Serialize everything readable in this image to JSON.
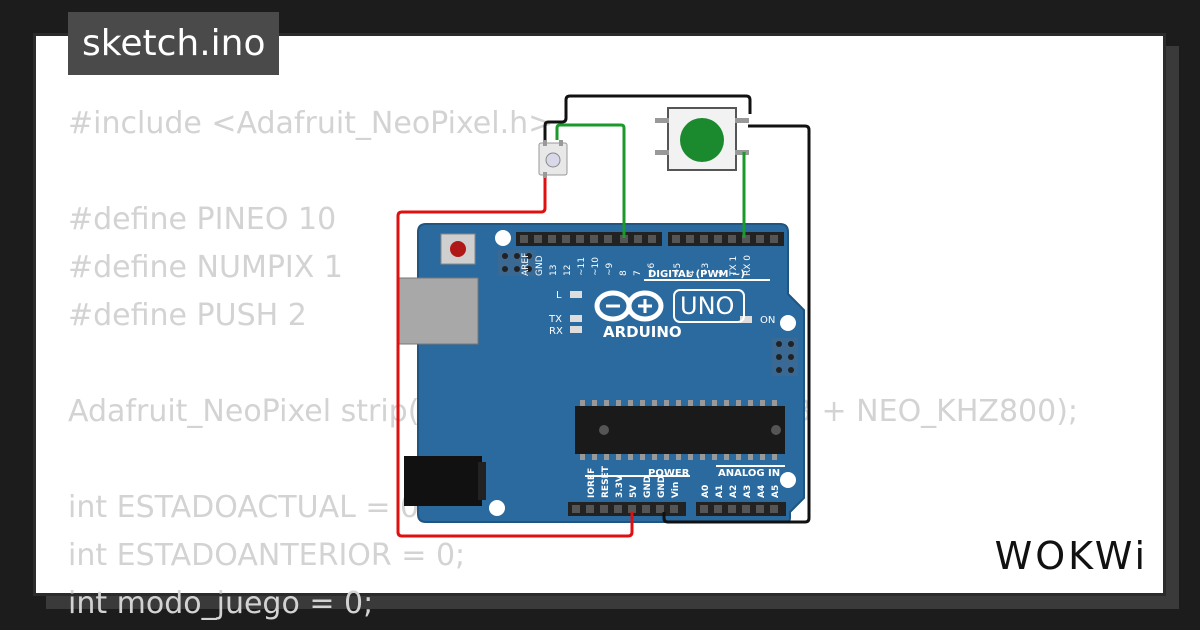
{
  "window": {
    "title": "sketch.ino"
  },
  "code_lines": [
    "#include <Adafruit_NeoPixel.h>",
    "",
    "#define PINEO 10",
    "#define NUMPIX 1",
    "#define PUSH 2",
    "",
    "Adafruit_NeoPixel strip(NUMPIX, PINEO, NEO_GRB + NEO_KHZ800);",
    "",
    "int ESTADOACTUAL = 0;",
    "int ESTADOANTERIOR = 0;",
    "int modo_juego = 0;"
  ],
  "board": {
    "brand": "ARDUINO",
    "model": "UNO",
    "digital_label": "DIGITAL (PWM ~)",
    "power_label": "POWER",
    "analog_label": "ANALOG IN",
    "led_l": "L",
    "led_tx": "TX",
    "led_rx": "RX",
    "led_on": "ON",
    "digital_pins": [
      "AREF",
      "GND",
      "13",
      "12",
      "~11",
      "~10",
      "~9",
      "8",
      "7",
      "~6",
      "~5",
      "4",
      "~3",
      "2",
      "TX 1",
      "RX 0"
    ],
    "power_pins": [
      "IOREF",
      "RESET",
      "3.3V",
      "5V",
      "GND",
      "GND",
      "Vin"
    ],
    "analog_pins": [
      "A0",
      "A1",
      "A2",
      "A3",
      "A4",
      "A5"
    ],
    "color": "#2b6a9e"
  },
  "wires": {
    "power": "#e01010",
    "ground": "#111111",
    "signal": "#1a9a2a"
  },
  "button": {
    "color": "#1b8a2e"
  },
  "footer": {
    "logo": "WOKWi"
  }
}
